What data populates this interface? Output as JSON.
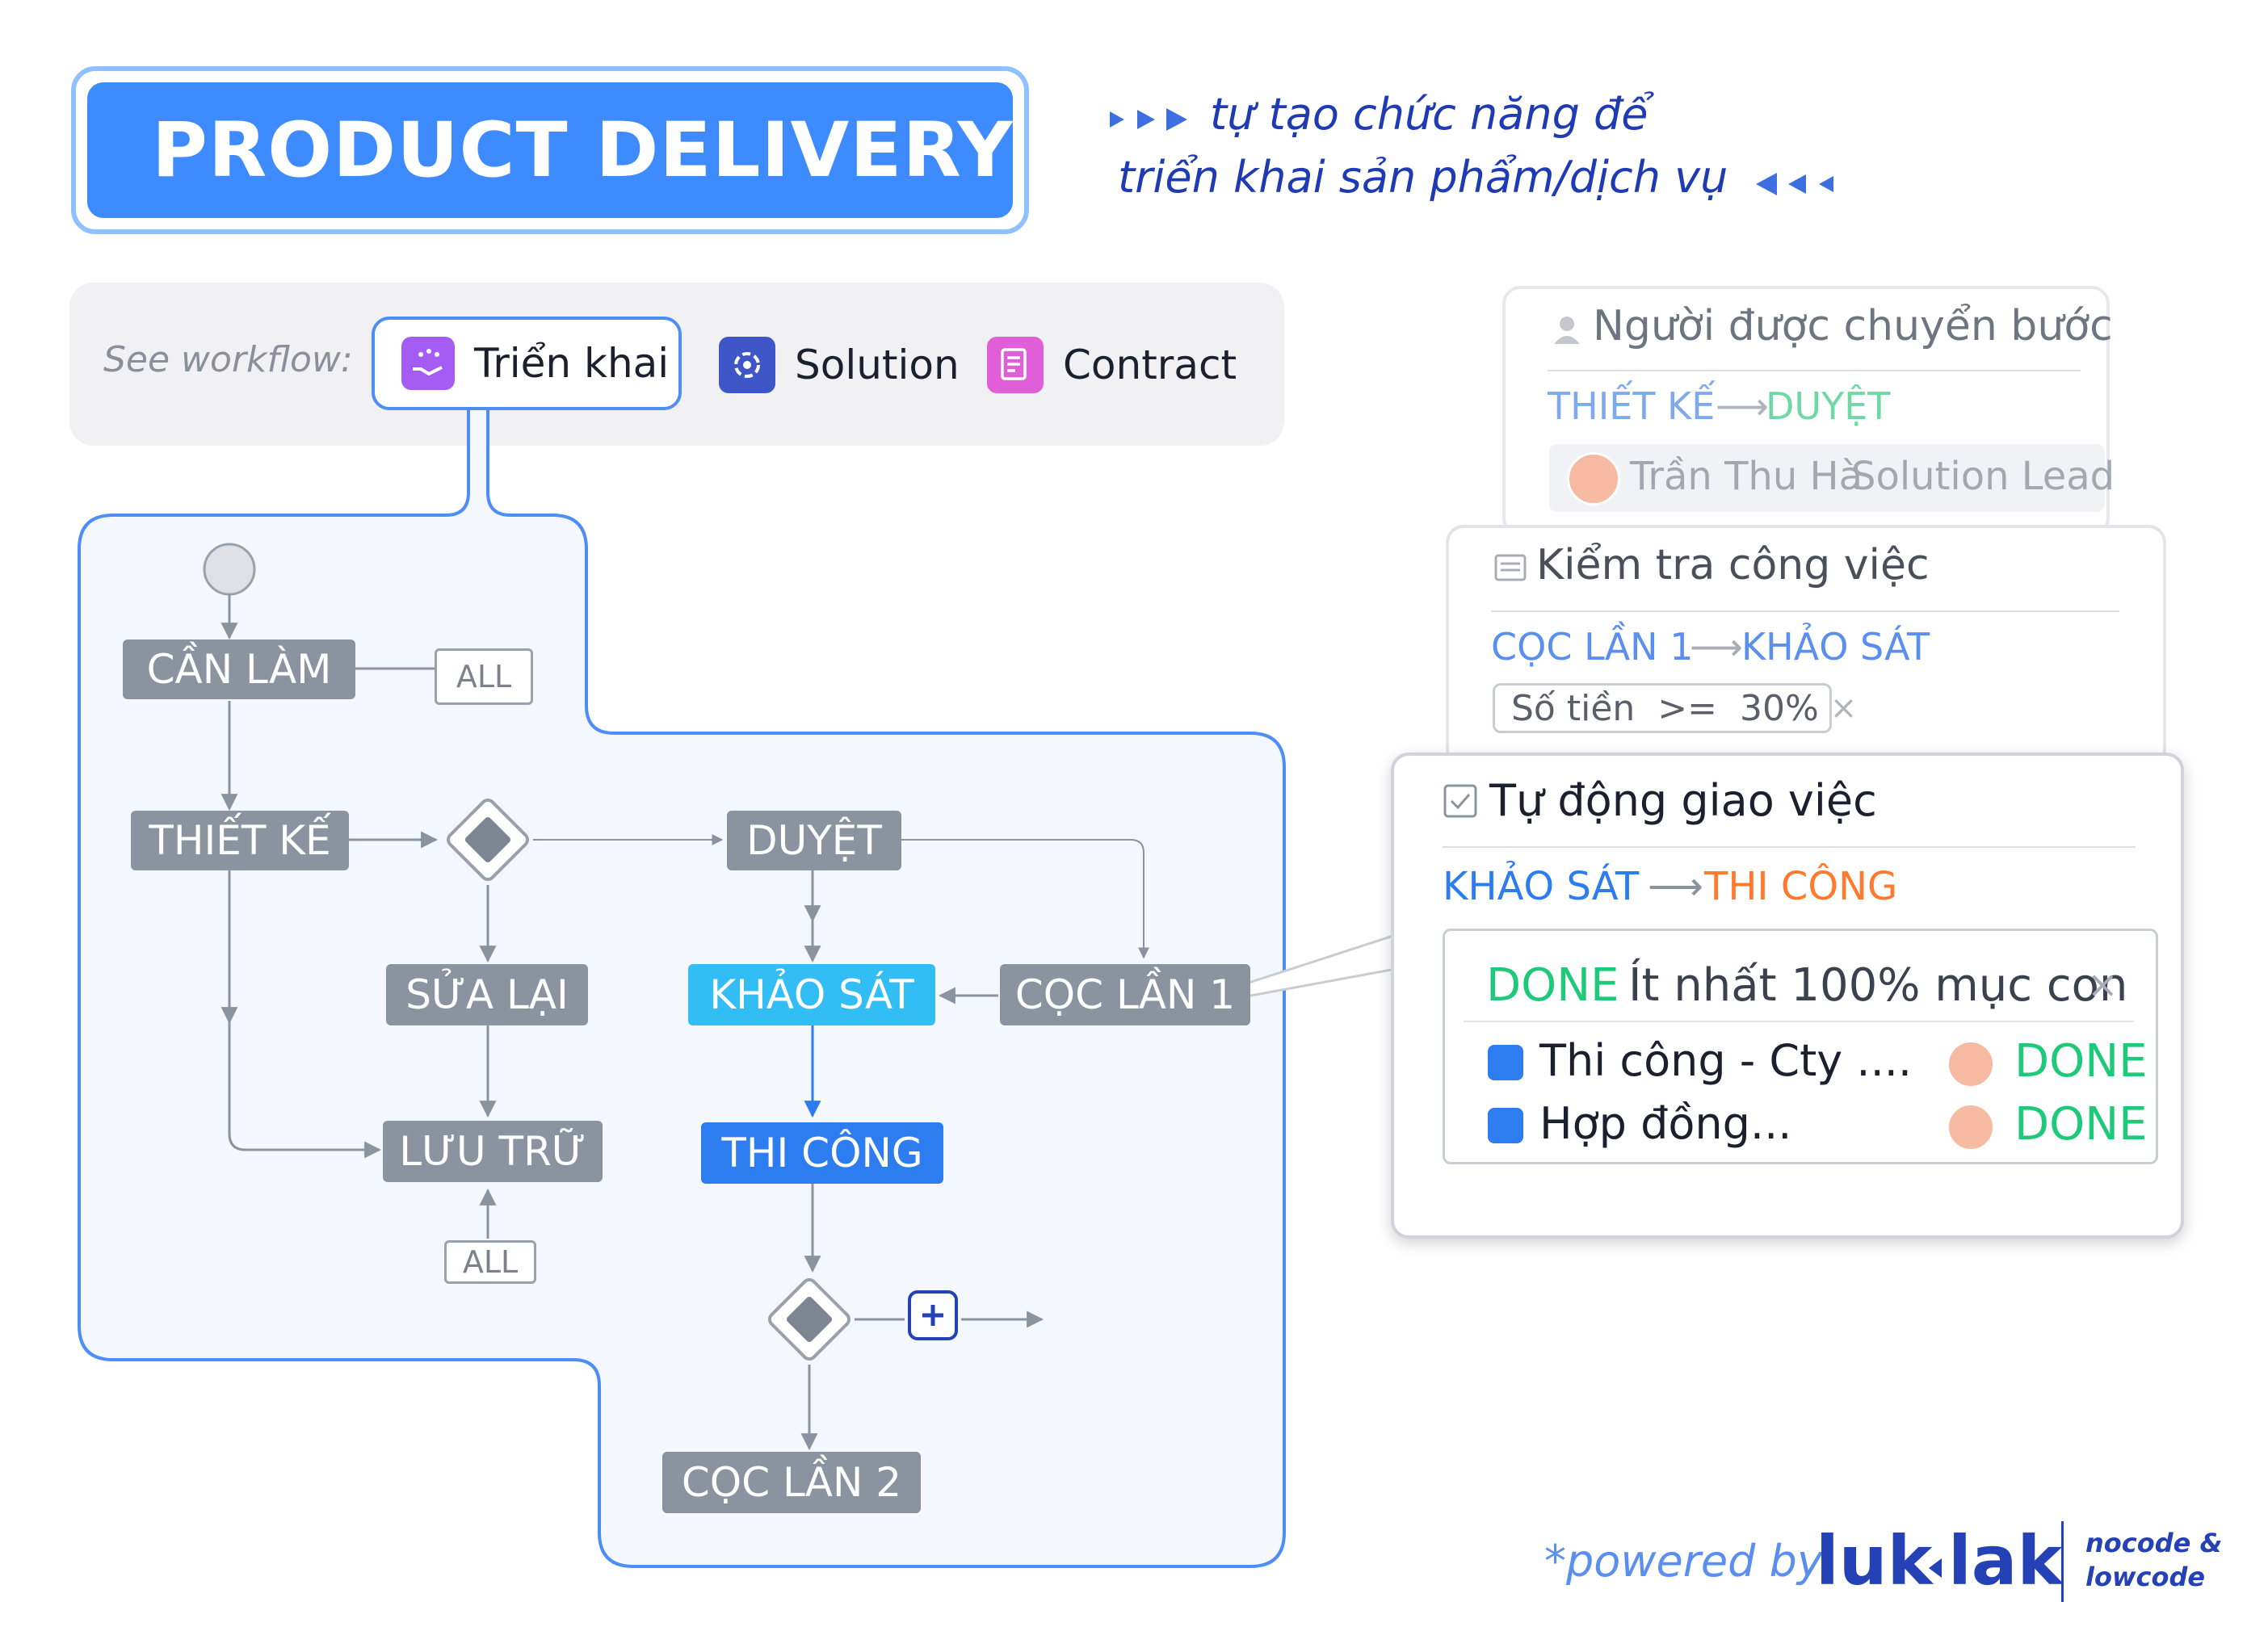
{
  "header": {
    "title": "PRODUCT DELIVERY",
    "tagline_line1": "tự tạo chức năng để",
    "tagline_line2": "triển khai sản phẩm/dịch vụ",
    "accent": "#3d8bff"
  },
  "workflow": {
    "label": "See workflow:",
    "tabs": [
      {
        "label": "Triển khai",
        "icon": "hand-stars-icon",
        "active": true
      },
      {
        "label": "Solution",
        "icon": "gear-refresh-icon",
        "active": false
      },
      {
        "label": "Contract",
        "icon": "document-icon",
        "active": false
      }
    ]
  },
  "diagram": {
    "nodes": {
      "can_lam": "CẦN LÀM",
      "thiet_ke": "THIẾT KẾ",
      "duyet": "DUYỆT",
      "sua_lai": "SỬA LẠI",
      "khao_sat": "KHẢO SÁT",
      "coc_lan_1": "CỌC LẦN 1",
      "luu_tru": "LƯU TRỮ",
      "thi_cong": "THI CÔNG",
      "coc_lan_2": "CỌC LẦN 2"
    },
    "tag_all_1": "ALL",
    "tag_all_2": "ALL"
  },
  "card_transfer": {
    "title": "Người được chuyển bước",
    "from": "THIẾT KẾ",
    "to": "DUYỆT",
    "person": "Trần Thu Hà",
    "role": "Solution Lead",
    "arrow": "⟶"
  },
  "card_check": {
    "title": "Kiểm tra công việc",
    "from": "CỌC LẦN 1",
    "to": "KHẢO SÁT",
    "condition": "Số tiền  >=  30%",
    "arrow": "⟶"
  },
  "card_auto": {
    "title": "Tự động giao việc",
    "from": "KHẢO SÁT",
    "to": "THI CÔNG",
    "arrow": "⟶",
    "rule_status": "DONE",
    "rule_text": "Ít nhất 100% mục con",
    "items": [
      {
        "name": "Thi công - Cty ....",
        "status": "DONE"
      },
      {
        "name": "Hợp đồng...",
        "status": "DONE"
      }
    ],
    "close": "×"
  },
  "footer": {
    "powered": "*powered by",
    "brand_left": "luk",
    "brand_right": "lak",
    "brand_sub1": "nocode &",
    "brand_sub2": "lowcode"
  }
}
